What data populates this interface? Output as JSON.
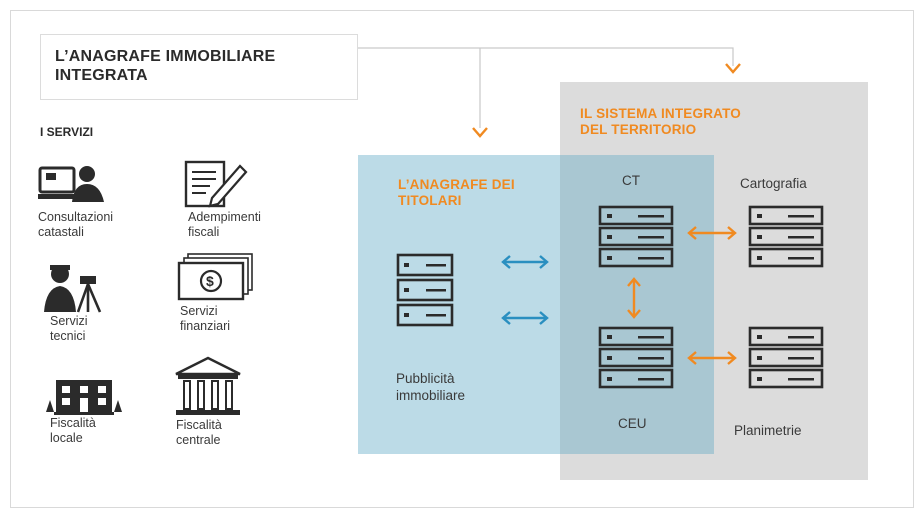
{
  "title": "L’ANAGRAFE IMMOBILIARE INTEGRATA",
  "title_line1": "L’ANAGRAFE IMMOBILIARE",
  "title_line2": "INTEGRATA",
  "services_title": "I SERVIZI",
  "services": [
    {
      "line1": "Consultazioni",
      "line2": "catastali",
      "icon": "computer-user-icon"
    },
    {
      "line1": "Adempimenti",
      "line2": "fiscali",
      "icon": "document-pen-icon"
    },
    {
      "line1": "Servizi",
      "line2": "tecnici",
      "icon": "surveyor-icon"
    },
    {
      "line1": "Servizi",
      "line2": "finanziari",
      "icon": "banknote-icon"
    },
    {
      "line1": "Fiscalità",
      "line2": "locale",
      "icon": "town-building-icon"
    },
    {
      "line1": "Fiscalità",
      "line2": "centrale",
      "icon": "institution-icon"
    }
  ],
  "anagrafe_titolari": {
    "line1": "L’ANAGRAFE DEI",
    "line2": "TITOLARI"
  },
  "sistema_integrato": {
    "line1": "IL SISTEMA INTEGRATO",
    "line2": "DEL TERRITORIO"
  },
  "pubblicita": {
    "line1": "Pubblicità",
    "line2": "immobiliare"
  },
  "labels": {
    "ct": "CT",
    "ceu": "CEU",
    "cartografia": "Cartografia",
    "planimetrie": "Planimetrie"
  },
  "colors": {
    "orange": "#f08a21",
    "blue_arrow": "#2a8fc0",
    "blue_panel": "#bcdbe7",
    "grey_panel": "#d8d8d8",
    "dark": "#2b2b2b"
  }
}
